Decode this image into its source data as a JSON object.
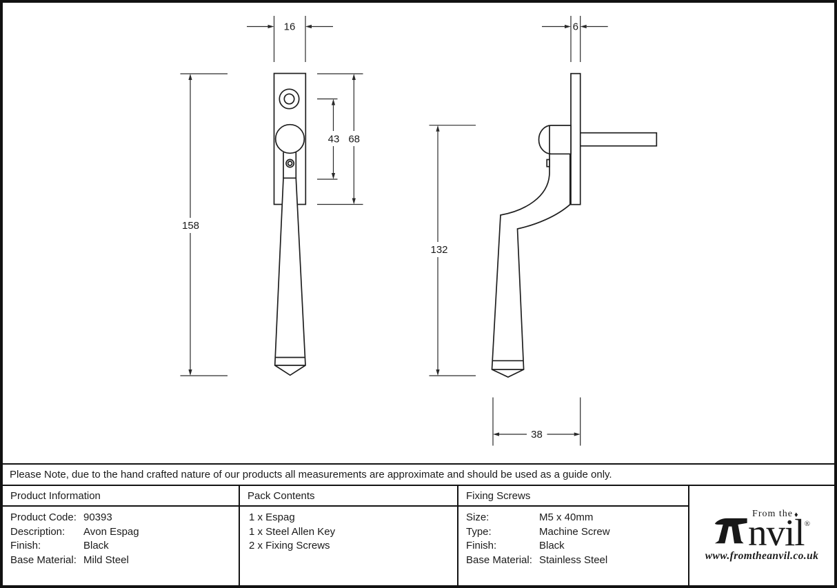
{
  "drawing": {
    "title": "Espag handle technical drawing, front and side views",
    "dimensions": {
      "front_plate_width": "16",
      "front_hole_to_joint": "43",
      "front_plate_height": "68",
      "front_total_length": "158",
      "side_plate_thickness": "6",
      "side_handle_length": "132",
      "side_projection": "38"
    }
  },
  "note": {
    "text": "Please Note, due to the hand crafted nature of our products all measurements are approximate and should be used as a guide only."
  },
  "table": {
    "product_information": {
      "header": "Product Information",
      "rows": [
        {
          "label": "Product Code:",
          "value": "90393"
        },
        {
          "label": "Description:",
          "value": "Avon Espag"
        },
        {
          "label": "Finish:",
          "value": "Black"
        },
        {
          "label": "Base Material:",
          "value": "Mild Steel"
        }
      ]
    },
    "pack_contents": {
      "header": "Pack Contents",
      "items": [
        "1 x Espag",
        "1 x Steel Allen Key",
        "2 x Fixing Screws"
      ]
    },
    "fixing_screws": {
      "header": "Fixing Screws",
      "rows": [
        {
          "label": "Size:",
          "value": "M5 x 40mm"
        },
        {
          "label": "Type:",
          "value": "Machine Screw"
        },
        {
          "label": "Finish:",
          "value": "Black"
        },
        {
          "label": "Base Material:",
          "value": "Stainless Steel"
        }
      ]
    }
  },
  "logo": {
    "prefix": "From the",
    "diamond": "♦",
    "name_rest": "nvil",
    "registered": "®",
    "url": "www.fromtheanvil.co.uk"
  },
  "colors": {
    "line": "#1e1e1e",
    "border": "#121212",
    "background": "#ffffff"
  }
}
